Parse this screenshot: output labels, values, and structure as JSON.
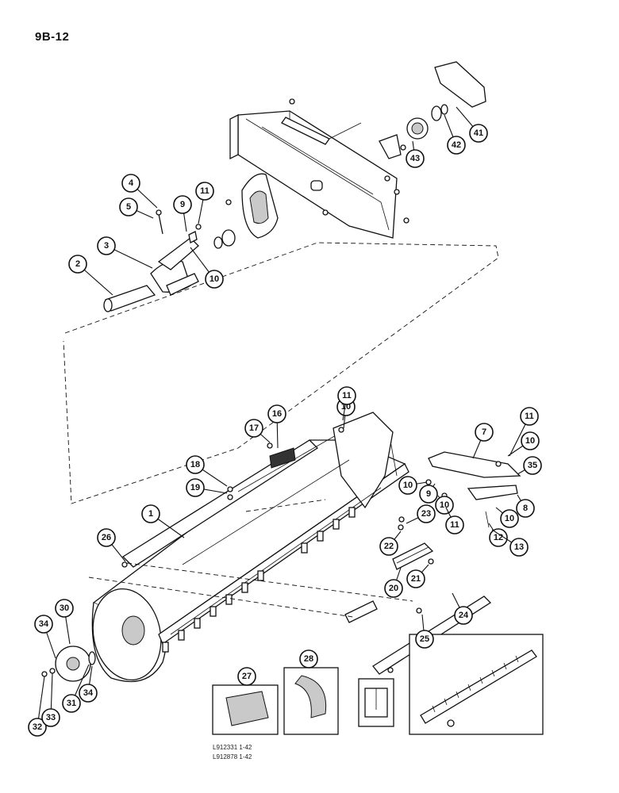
{
  "page": {
    "title": "9B-12"
  },
  "references": [
    "L912331 1-42",
    "L912878 1-42"
  ],
  "callouts": [
    "1",
    "2",
    "3",
    "4",
    "5",
    "7",
    "8",
    "9",
    "10",
    "11",
    "12",
    "13",
    "16",
    "17",
    "18",
    "19",
    "20",
    "21",
    "22",
    "23",
    "24",
    "25",
    "26",
    "27",
    "28",
    "30",
    "31",
    "32",
    "33",
    "34",
    "35",
    "41",
    "42",
    "43"
  ]
}
